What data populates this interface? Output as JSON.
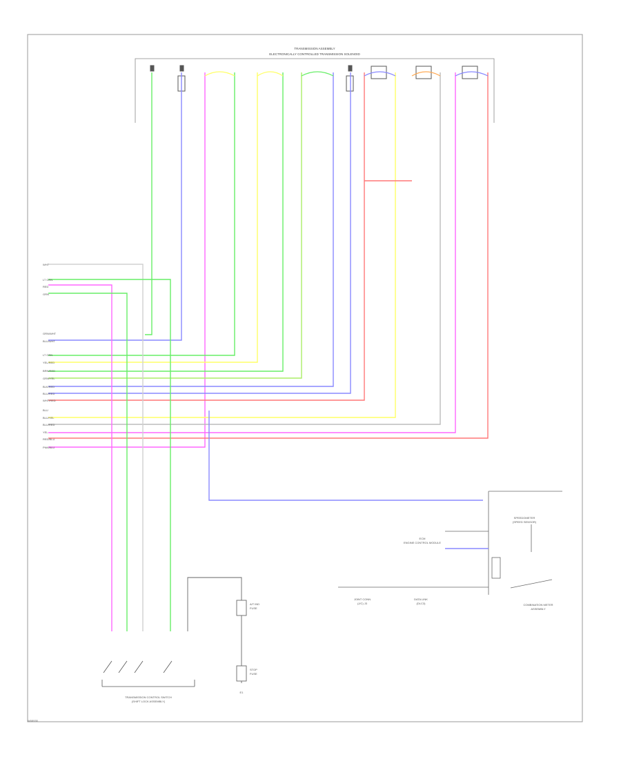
{
  "header": {
    "title": "TRANSMISSION ASSEMBLY",
    "subtitle": "ELECTRONICALLY CONTROLLED TRANSMISSION SOLENOID"
  },
  "left_wires": [
    {
      "label": "WHT",
      "color": "#d0d0d0"
    },
    {
      "label": "LT GRN",
      "color": "#66ee66"
    },
    {
      "label": "RED",
      "color": "#ff66ff"
    },
    {
      "label": "GRN",
      "color": "#66ee66"
    },
    {
      "label": "GRN/WHT",
      "color": "#bbbbbb"
    },
    {
      "label": "BLU/WHT",
      "color": "#8888ff"
    },
    {
      "label": "LT GRN",
      "color": "#66ee66"
    },
    {
      "label": "YEL/RED",
      "color": "#ffaa55"
    },
    {
      "label": "BRN/RED",
      "color": "#cc9966"
    },
    {
      "label": "GRN/YEL",
      "color": "#aaee66"
    },
    {
      "label": "BLK/RED",
      "color": "#8888ff"
    },
    {
      "label": "BLU/RED",
      "color": "#8888ff"
    },
    {
      "label": "WHT/RED",
      "color": "#ff7777"
    },
    {
      "label": "BLU",
      "color": "#8888ff"
    },
    {
      "label": "BLU/YEL",
      "color": "#8888ff"
    },
    {
      "label": "BLU/RED",
      "color": "#8888ff"
    },
    {
      "label": "YEL",
      "color": "#ff99ff"
    },
    {
      "label": "RED/BLU",
      "color": "#ff7777"
    },
    {
      "label": "PNK/BLU",
      "color": "#ff7777"
    }
  ],
  "components": {
    "shift_switch": {
      "name": "TRANSMISSION CONTROL SWITCH",
      "sub": "(SHIFT LOCK ASSEMBLY)"
    },
    "ecm": {
      "name": "ECM",
      "sub": "ENGINE CONTROL MODULE"
    },
    "speed_sensor": {
      "name": "COMBINATION METER",
      "sub": "ASSEMBLY"
    },
    "joint_a": {
      "name": "JOINT CONN",
      "sub": "(J/C) J3"
    },
    "joint_b": {
      "name": "DATA LINK",
      "sub": "(DLC3)"
    },
    "relay_a": {
      "name": "A/T IND",
      "sub": "FUSE"
    },
    "relay_b": {
      "name": "STOP",
      "sub": "FUSE"
    },
    "meter_label": {
      "name": "SPEEDOMETER",
      "sub": "(SPEED SENSOR)"
    }
  },
  "ground_label": "E1",
  "figure_ref": "W08930",
  "colors": {
    "frame": "#999999",
    "green": "#66ee66",
    "blue": "#8888ff",
    "magenta": "#ff66ff",
    "yellow": "#ffff66",
    "orange": "#ffaa55",
    "brown": "#cc9966",
    "red": "#ff7777",
    "gray": "#bbbbbb"
  }
}
